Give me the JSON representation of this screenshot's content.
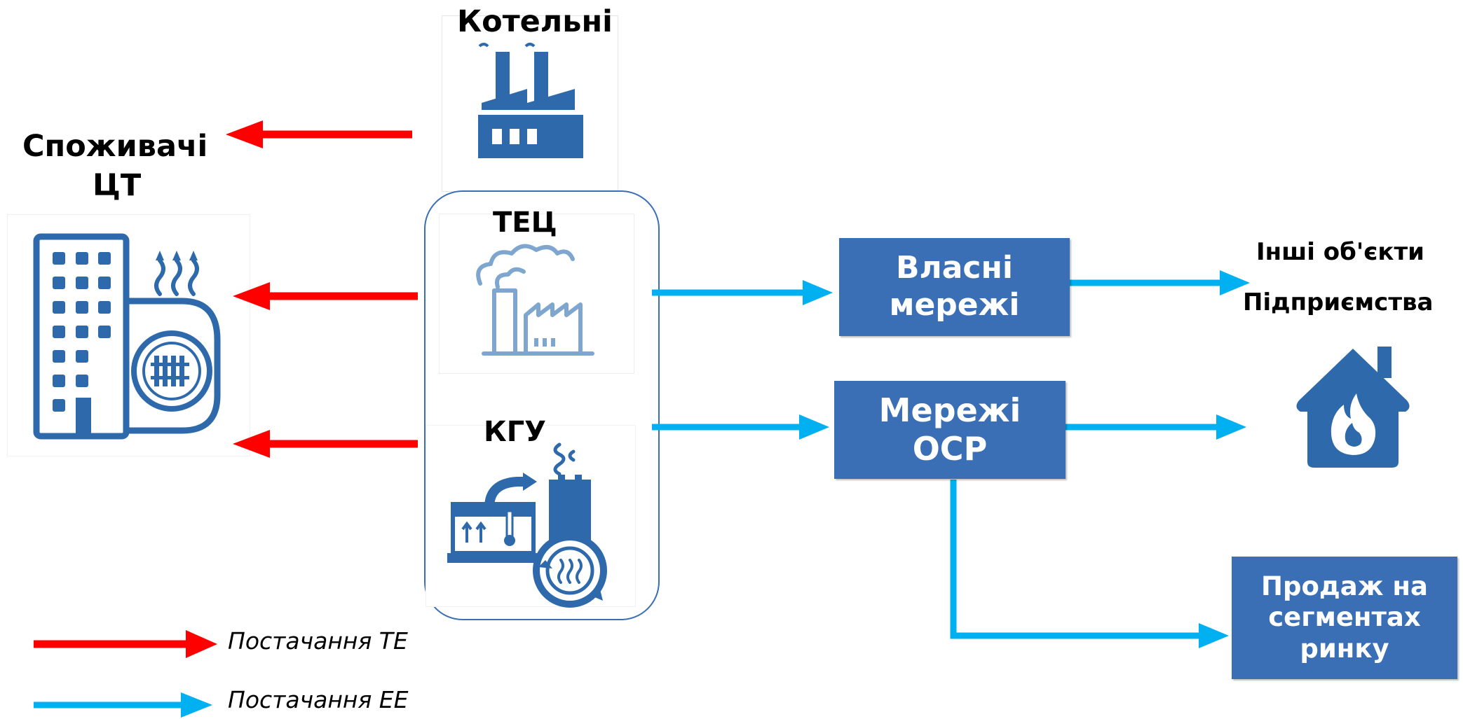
{
  "labels": {
    "boilers": "Котельні",
    "consumers_line1": "Споживачі",
    "consumers_line2": "ЦТ",
    "chp": "ТЕЦ",
    "cgu": "КГУ",
    "other_objects": "Інші об'єкти",
    "enterprise": "Підприємства"
  },
  "boxes": {
    "own_networks_line1": "Власні",
    "own_networks_line2": "мережі",
    "dso_networks_line1": "Мережі",
    "dso_networks_line2": "ОСР",
    "market_line1": "Продаж на",
    "market_line2": "сегментах",
    "market_line3": "ринку"
  },
  "legend": {
    "heat_supply": "Постачання ТЕ",
    "power_supply": "Постачання ЕЕ"
  },
  "colors": {
    "heat_arrow": "#ff0000",
    "power_arrow": "#00b0f0",
    "box_fill": "#3a6eb5",
    "icon_blue": "#2e6aab",
    "icon_light": "#7fa6cf"
  },
  "icons": [
    "factory-icon",
    "apartment-building-icon",
    "chp-plant-icon",
    "cogeneration-unit-icon",
    "house-flame-icon"
  ]
}
